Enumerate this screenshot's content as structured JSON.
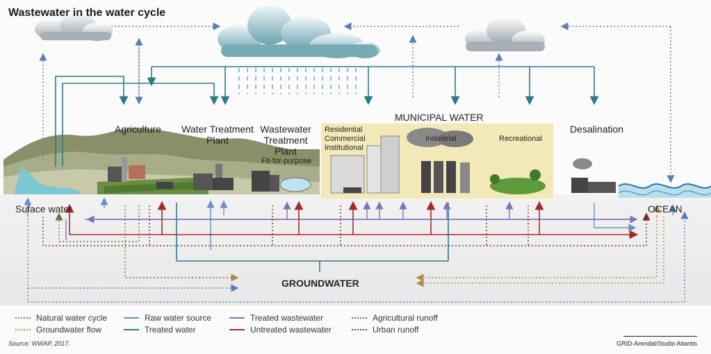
{
  "title": "Wastewater in the water cycle",
  "labels": {
    "agriculture": "Agriculture",
    "wtp_line1": "Water Treatment",
    "wtp_line2": "Plant",
    "wwtp_line1": "Wastewater",
    "wwtp_line2": "Treatment",
    "wwtp_line3": "Plant",
    "fit_for_purpose": "Fit-for-purpose",
    "municipal": "MUNICIPAL WATER",
    "residential": "Residential",
    "commercial": "Commercial",
    "institutional": "Institutional",
    "industrial": "Industrial",
    "recreational": "Recreational",
    "desalination": "Desalination",
    "surface_water": "Suface water",
    "ocean": "OCEAN",
    "groundwater": "GROUNDWATER"
  },
  "legend": [
    {
      "label": "Natural water cycle",
      "color": "#5a7fb8",
      "style": "dotted"
    },
    {
      "label": "Groundwater flow",
      "color": "#b08a4a",
      "style": "dotted"
    },
    {
      "label": "Raw water source",
      "color": "#6a8ec8",
      "style": "solid"
    },
    {
      "label": "Treated water",
      "color": "#2b7a8a",
      "style": "solid"
    },
    {
      "label": "Treated wastewater",
      "color": "#7d72b8",
      "style": "solid"
    },
    {
      "label": "Untreated wastewater",
      "color": "#a8282a",
      "style": "solid"
    },
    {
      "label": "Agricultural runoff",
      "color": "#7a6a3a",
      "style": "dotted"
    },
    {
      "label": "Urban runoff",
      "color": "#7a2a2a",
      "style": "dotted"
    }
  ],
  "source": "Source: WWAP, 2017.",
  "credit": "GRID-Arendal/Studio Atlantis",
  "colors": {
    "natural": "#5a7fb8",
    "groundwater_flow": "#b08a4a",
    "raw": "#6a8ec8",
    "treated": "#2b7a8a",
    "treated_ww": "#7d72b8",
    "untreated_ww": "#a8282a",
    "agri_runoff": "#7a6a3a",
    "urban_runoff": "#7a2a2a",
    "municipal_bg": "#f3e8b8",
    "ground": "#efefef"
  }
}
